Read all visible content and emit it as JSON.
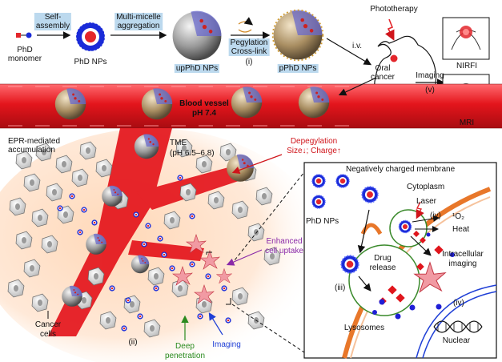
{
  "top_row": {
    "monomer_label": "PhD\nmonomer",
    "self_assembly": "Self-\nassembly",
    "phd_nps": "PhD NPs",
    "multi_micelle": "Multi-micelle\naggregation",
    "uphd_nps": "upPhD NPs",
    "pegylation": "Pegylation\nCross-link",
    "step_i": "(i)",
    "pphd_nps": "pPhD NPs",
    "iv_label": "i.v."
  },
  "mouse": {
    "phototherapy": "Phototherapy",
    "oral_cancer": "Oral\ncancer",
    "imaging": "Imaging",
    "step_v": "(v)",
    "nirfi": "NIRFI",
    "mri": "MRI"
  },
  "vessel": {
    "blood_vessel": "Blood vessel",
    "ph": "pH 7.4",
    "epr": "EPR-mediated\naccumulation"
  },
  "tme": {
    "tme_label": "TME\n(pH 6.5–6.8)",
    "depegylation": "Depegylation\nSize↓; Charge↑",
    "enhanced": "Enhanced\ncell uptake",
    "cancer_cells": "Cancer\ncells",
    "step_ii": "(ii)",
    "deep": "Deep\npenetration",
    "imaging": "Imaging"
  },
  "cell": {
    "membrane": "Negatively charged membrane",
    "cytoplasm": "Cytoplasm",
    "phd_nps": "PhD NPs",
    "laser": "Laser",
    "step_iv_top": "(iv)",
    "singlet_o2": "¹O₂",
    "heat": "Heat",
    "drug_release": "Drug\nrelease",
    "step_iii": "(iii)",
    "intracellular": "Intracellular\nimaging",
    "lysosomes": "Lysosomes",
    "step_iv_nuc": "(iv)",
    "nuclear": "Nuclear"
  },
  "colors": {
    "vessel_red": "#e4151c",
    "micelle_blue": "#1a2bd8",
    "micelle_core": "#e3262b",
    "membrane_orange": "#e8772a",
    "lysosome_green": "#3b8a2c",
    "nucleus_blue": "#1f3fd6",
    "label_bg": "#bcd9ee"
  }
}
